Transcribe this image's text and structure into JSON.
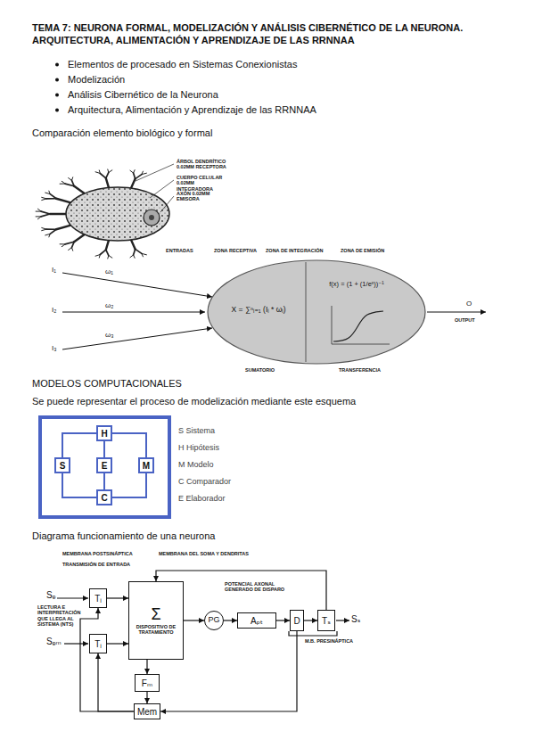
{
  "diagram": {
    "title": "TEMA 7: NEURONA FORMAL, MODELIZACIÓN Y ANÁLISIS CIBERNÉTICO DE LA NEURONA. ARQUITECTURA, ALIMENTACIÓN Y APRENDIZAJE DE LAS RRNNAA",
    "nodes": [
      {
        "text": [
          "X = ∑ⁿᵢ₌₁ (Iᵢ * ωᵢ)",
          "f(x) = (1 + (1/eˣ))⁻¹"
        ]
      },
      {
        "text": [
          "H"
        ]
      },
      {
        "text": [
          "S"
        ]
      },
      {
        "text": [
          "E"
        ]
      },
      {
        "text": [
          "M"
        ]
      },
      {
        "text": [
          "C"
        ]
      },
      {
        "text": [
          "Tᵢ"
        ]
      },
      {
        "text": [
          "Tᵢ"
        ]
      },
      {
        "text": [
          "Σ",
          "DISPOSITIVO DE TRATAMIENTO"
        ]
      },
      {
        "text": [
          "PG"
        ]
      },
      {
        "text": [
          "Aₚₜ"
        ]
      },
      {
        "text": [
          "D"
        ]
      },
      {
        "text": [
          "Tₛ"
        ]
      },
      {
        "text": [
          "Fₘ"
        ]
      },
      {
        "text": [
          "Mem"
        ]
      }
    ],
    "edges": [
      {
        "from": 2,
        "to": 1,
        "arrow": "none"
      },
      {
        "from": 1,
        "to": 4,
        "arrow": "none"
      },
      {
        "from": 4,
        "to": 5,
        "arrow": "none"
      },
      {
        "from": 5,
        "to": 2,
        "arrow": "none"
      },
      {
        "from": 1,
        "to": 3,
        "arrow": "none"
      },
      {
        "from": 3,
        "to": 5,
        "arrow": "none"
      },
      {
        "from": 6,
        "to": 8,
        "arrow": "to"
      },
      {
        "from": 7,
        "to": 8,
        "arrow": "to"
      },
      {
        "from": 8,
        "to": 9,
        "arrow": "to"
      },
      {
        "from": 9,
        "to": 10,
        "arrow": "to"
      },
      {
        "from": 10,
        "to": 11,
        "arrow": "to"
      },
      {
        "from": 11,
        "to": 12,
        "arrow": "to"
      },
      {
        "from": 8,
        "to": 13,
        "arrow": "to"
      },
      {
        "from": 13,
        "to": 14,
        "arrow": "to"
      },
      {
        "from": 14,
        "to": 7,
        "arrow": "to"
      },
      {
        "from": 14,
        "to": 6,
        "arrow": "to"
      },
      {
        "from": 12,
        "to": 8,
        "arrow": "to"
      },
      {
        "from": 11,
        "to": 14,
        "arrow": "to"
      }
    ],
    "labels": [
      "Elementos de procesado en Sistemas Conexionistas",
      "Modelización",
      "Análisis Cibernético de la Neurona",
      "Arquitectura, Alimentación y Aprendizaje de las RRNNAA",
      "Comparación elemento biológico y formal",
      "ÁRBOL DENDRÍTICO 0.02MM RECEPTORA",
      "CUERPO CELULAR 0.02MM INTEGRADORA",
      "AXÓN 0.02MM EMISORA",
      "ENTRADAS",
      "ZONA RECEPTIVA",
      "ZONA DE INTEGRACIÓN",
      "ZONA DE EMISIÓN",
      "I₁",
      "ω₁",
      "I₂",
      "ω₂",
      "I₃",
      "ω₃",
      "O",
      "OUTPUT",
      "SUMATORIO",
      "TRANSFERENCIA",
      "MODELOS COMPUTACIONALES",
      "Se puede representar el proceso de modelización mediante este esquema",
      "S Sistema",
      "H Hipótesis",
      "M Modelo",
      "C Comparador",
      "E Elaborador",
      "Diagrama funcionamiento de una neurona",
      "MEMBRANA POSTSINÁPTICA",
      "TRANSMISIÓN DE ENTRADA",
      "MEMBRANA DEL SOMA Y DENDRITAS",
      "Sₑ",
      "LECTURA E INTERPRETACIÓN QUE LLEGA AL SISTEMA (NTS)",
      "Sₑₘ",
      "POTENCIAL AXONAL GENERADO DE DISPARO",
      "M.B. PRESINÁPTICA",
      "Sₛ"
    ]
  }
}
